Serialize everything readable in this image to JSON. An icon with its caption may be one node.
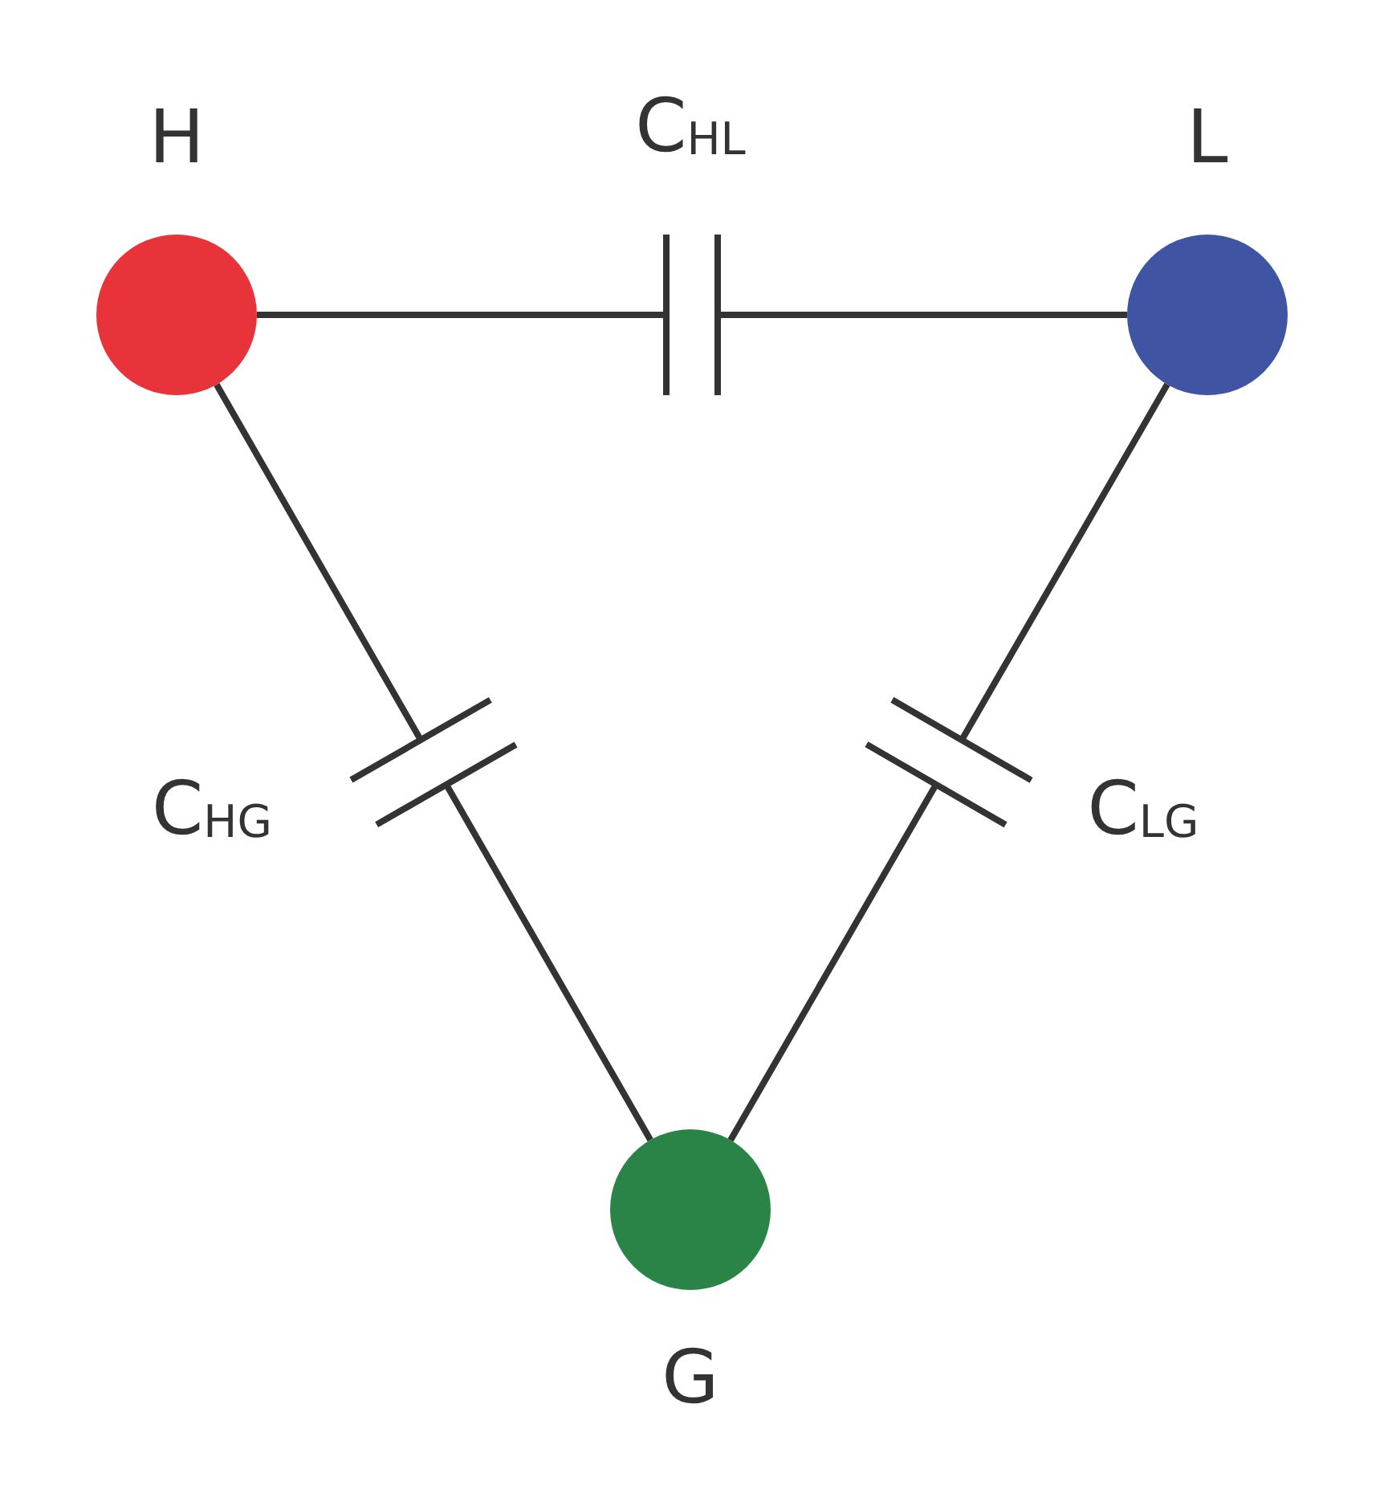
{
  "diagram": {
    "nodes": [
      {
        "text": [
          "H"
        ]
      },
      {
        "text": [
          "L"
        ]
      },
      {
        "text": [
          "G"
        ]
      }
    ],
    "edges": [
      {
        "from": 0,
        "to": 1,
        "arrow": "none",
        "label": "C$_{HL}$"
      },
      {
        "from": 0,
        "to": 2,
        "arrow": "none",
        "label": "C$_{HG}$"
      },
      {
        "from": 1,
        "to": 2,
        "arrow": "none",
        "label": "C$_{LG}$"
      }
    ]
  }
}
